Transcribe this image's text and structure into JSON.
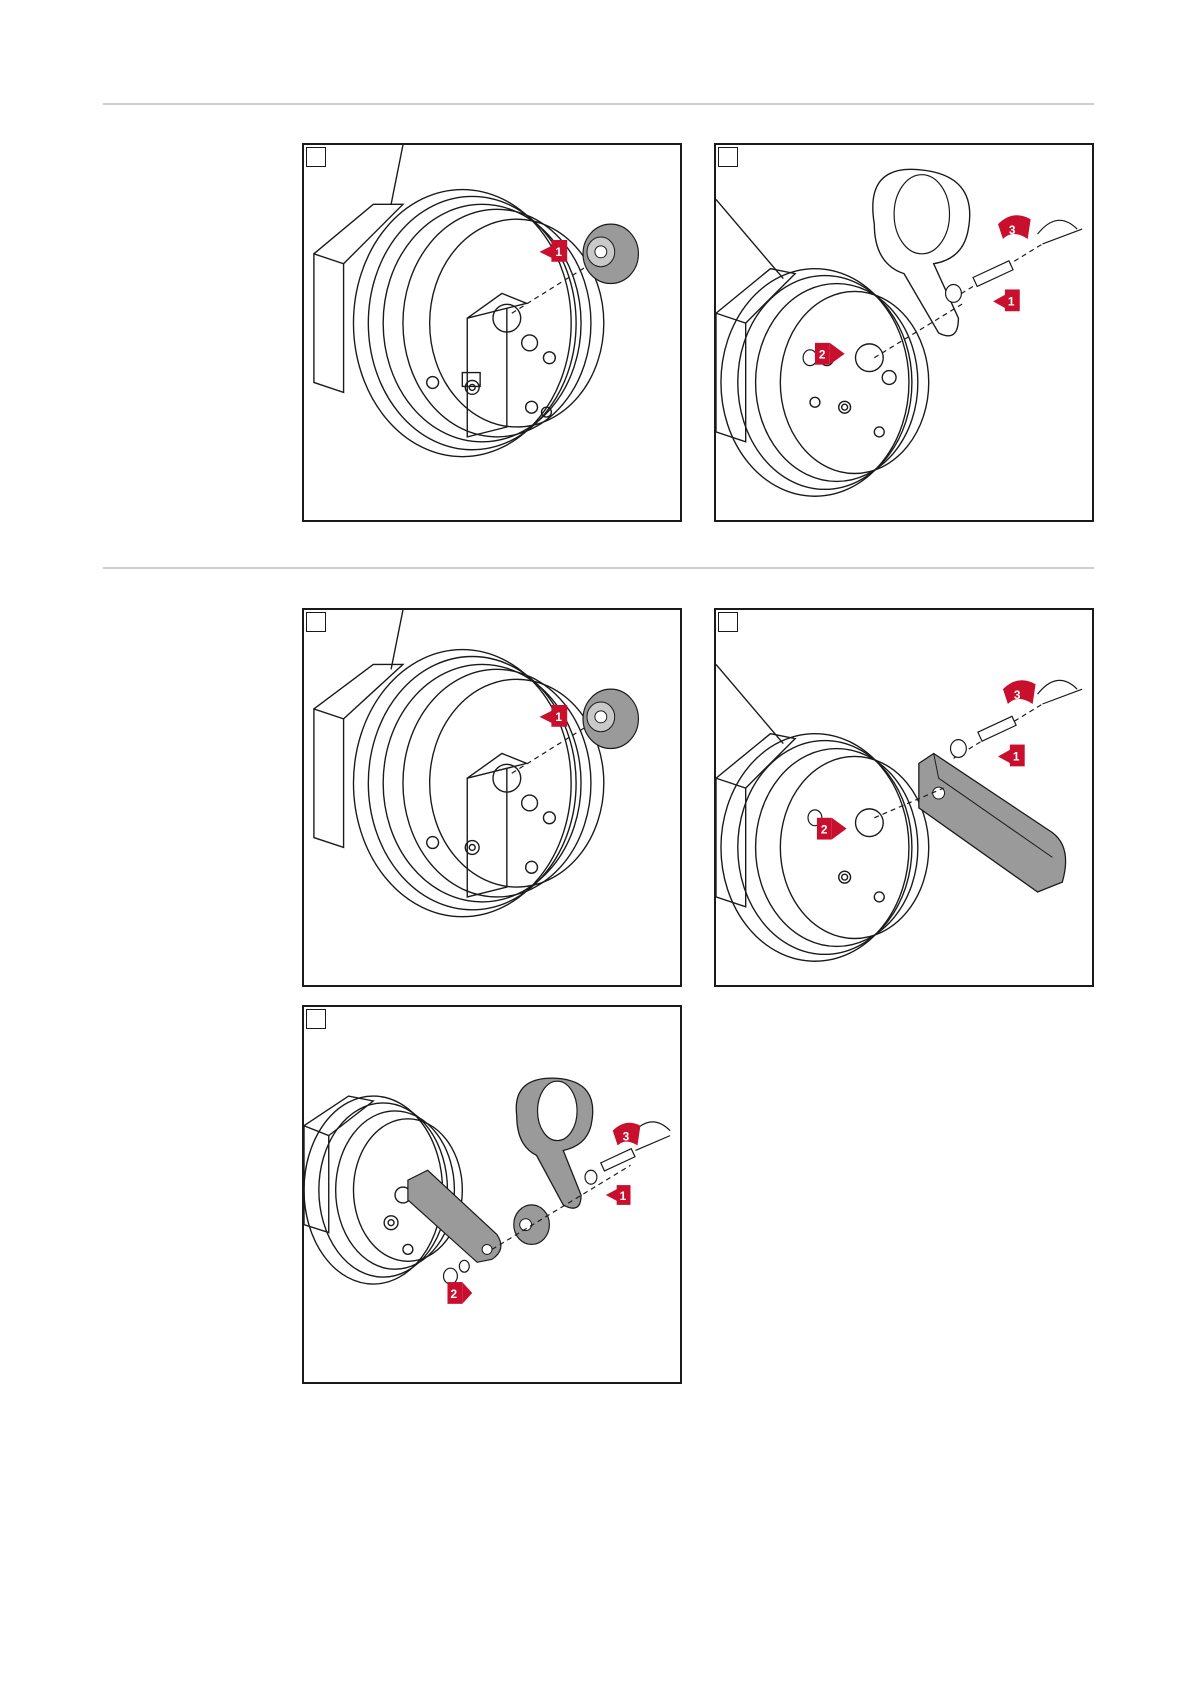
{
  "colors": {
    "accent": "#c8102e",
    "line": "#1a1a1a",
    "part_grey": "#9a9a9a",
    "rule": "#cfcfcf"
  },
  "sections": [
    {
      "panels": [
        {
          "steps": [
            "1"
          ]
        },
        {
          "steps": [
            "1",
            "2",
            "3"
          ]
        }
      ]
    },
    {
      "panels": [
        {
          "steps": [
            "1"
          ]
        },
        {
          "steps": [
            "1",
            "2",
            "3"
          ]
        },
        {
          "steps": [
            "1",
            "2",
            "3"
          ]
        }
      ]
    }
  ]
}
